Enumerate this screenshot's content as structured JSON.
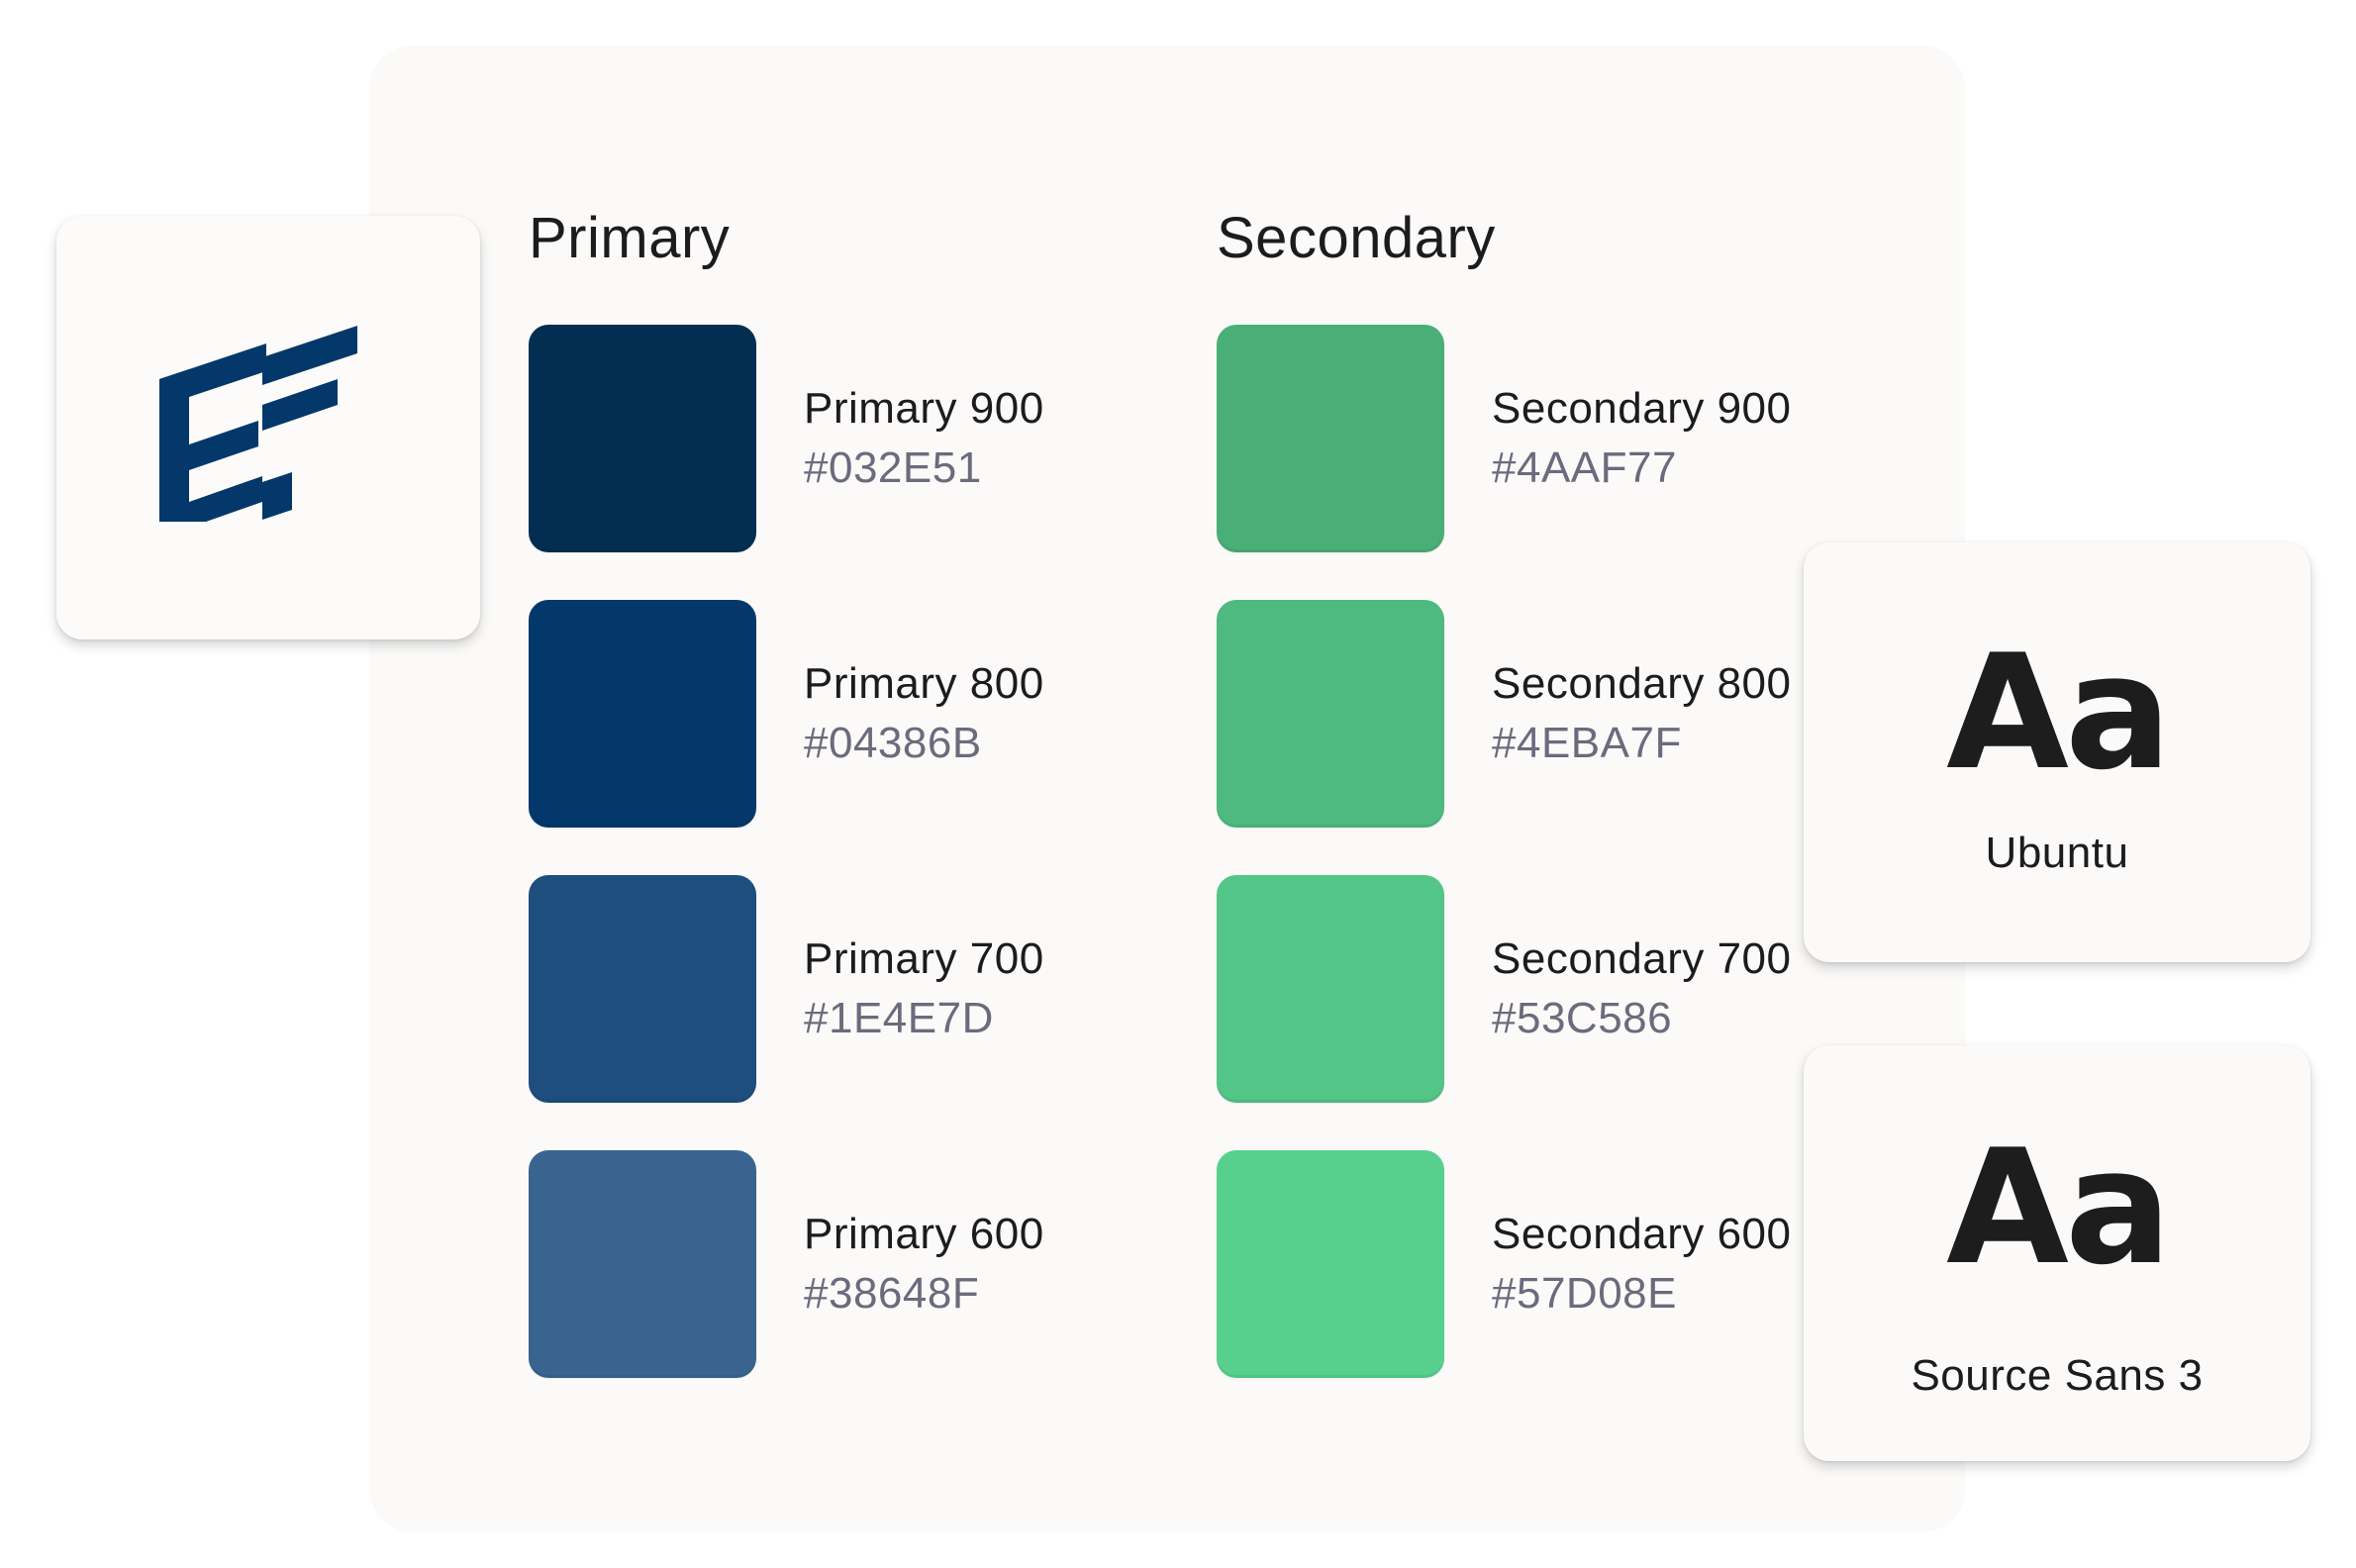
{
  "logo": {
    "icon": "ef-monogram-logo-icon",
    "color": "#04386B"
  },
  "primary": {
    "title": "Primary",
    "swatches": [
      {
        "name": "Primary 900",
        "hex": "#032E51",
        "color": "#032E51"
      },
      {
        "name": "Primary 800",
        "hex": "#04386B",
        "color": "#04386B"
      },
      {
        "name": "Primary 700",
        "hex": "#1E4E7D",
        "color": "#1E4E7D"
      },
      {
        "name": "Primary 600",
        "hex": "#38648F",
        "color": "#38648F"
      }
    ]
  },
  "secondary": {
    "title": "Secondary",
    "swatches": [
      {
        "name": "Secondary 900",
        "hex": "#4AAF77",
        "color": "#4AAF77"
      },
      {
        "name": "Secondary 800",
        "hex": "#4EBA7F",
        "color": "#4EBA7F"
      },
      {
        "name": "Secondary 700",
        "hex": "#53C586",
        "color": "#53C586"
      },
      {
        "name": "Secondary 600",
        "hex": "#57D08E",
        "color": "#57D08E"
      }
    ]
  },
  "fonts": [
    {
      "sample": "Aa",
      "name": "Ubuntu"
    },
    {
      "sample": "Aa",
      "name": "Source Sans 3"
    }
  ]
}
